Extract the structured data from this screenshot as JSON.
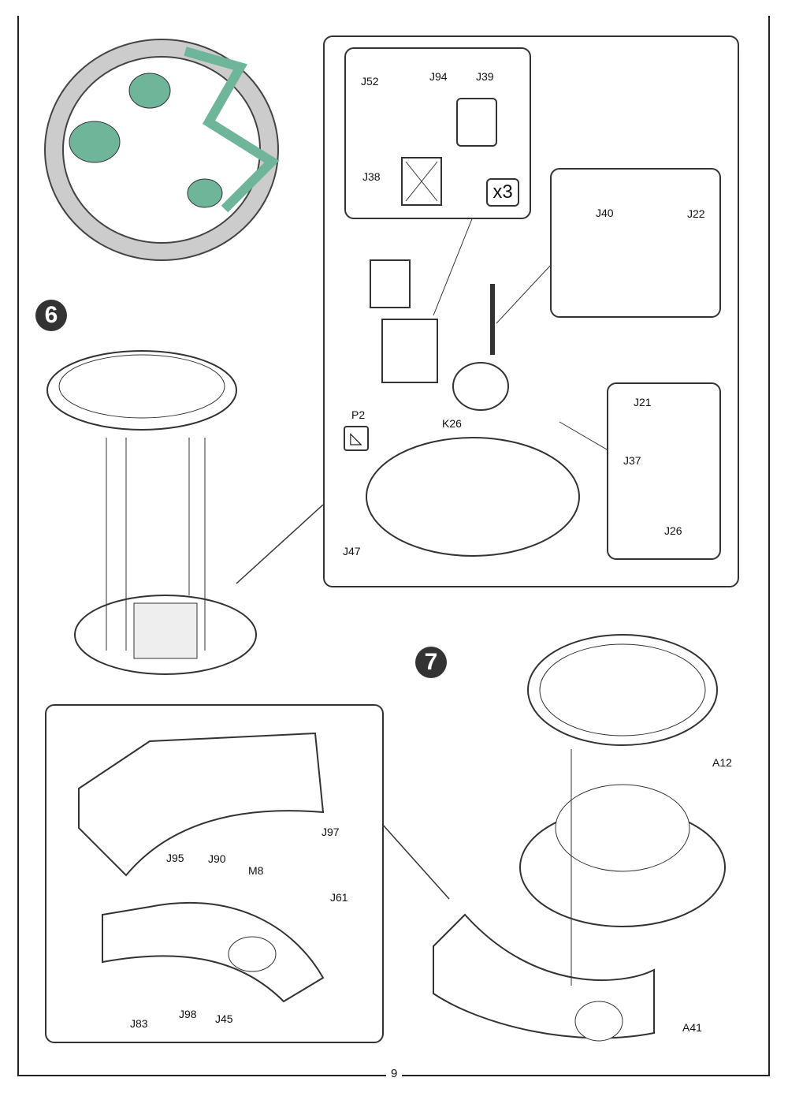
{
  "page_number": "9",
  "steps": {
    "six": "6",
    "seven": "7"
  },
  "multiplier": "x3",
  "parts": {
    "J52": "J52",
    "J94": "J94",
    "J39": "J39",
    "J38": "J38",
    "J40": "J40",
    "J22": "J22",
    "P2": "P2",
    "K26": "K26",
    "J21": "J21",
    "J37": "J37",
    "J26": "J26",
    "J47": "J47",
    "A12": "A12",
    "J97": "J97",
    "J95": "J95",
    "J90": "J90",
    "M8": "M8",
    "J61": "J61",
    "J83": "J83",
    "J98": "J98",
    "J45": "J45",
    "A41": "A41"
  },
  "colors": {
    "sprue_green": "#6fb59a",
    "line": "#333333"
  }
}
